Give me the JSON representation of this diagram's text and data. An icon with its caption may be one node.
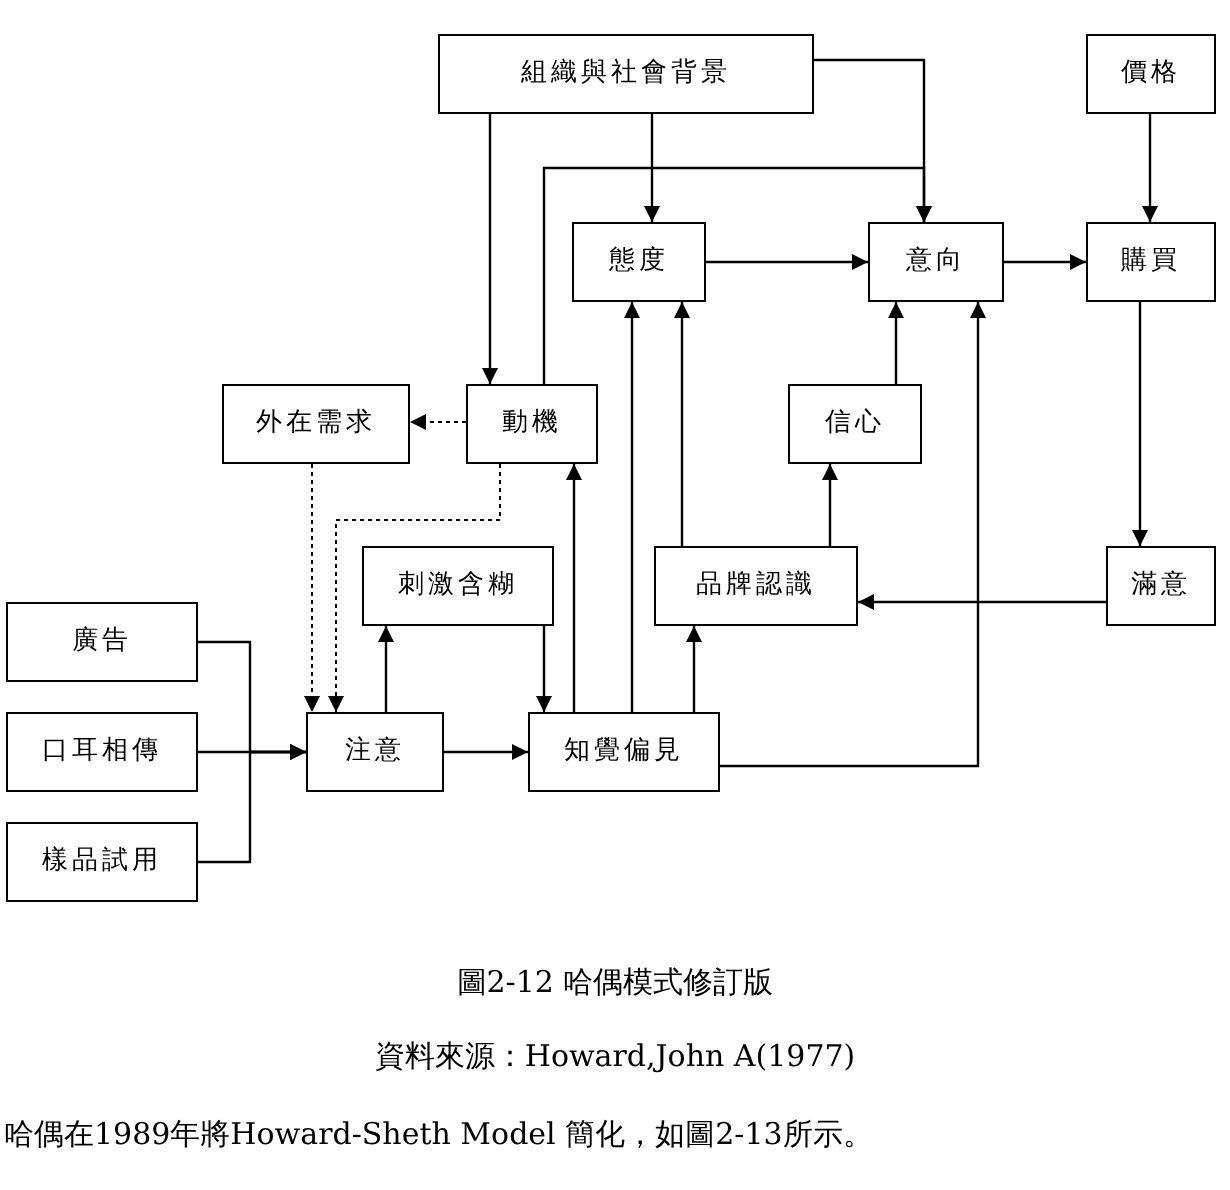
{
  "diagram": {
    "caption": "圖2-12 哈偶模式修訂版",
    "nodes": [
      {
        "text": [
          "組織與社會背景"
        ]
      },
      {
        "text": [
          "價格"
        ]
      },
      {
        "text": [
          "態度"
        ]
      },
      {
        "text": [
          "意向"
        ]
      },
      {
        "text": [
          "購買"
        ]
      },
      {
        "text": [
          "外在需求"
        ]
      },
      {
        "text": [
          "動機"
        ]
      },
      {
        "text": [
          "信心"
        ]
      },
      {
        "text": [
          "刺激含糊"
        ]
      },
      {
        "text": [
          "品牌認識"
        ]
      },
      {
        "text": [
          "滿意"
        ]
      },
      {
        "text": [
          "廣告"
        ]
      },
      {
        "text": [
          "口耳相傳"
        ]
      },
      {
        "text": [
          "樣品試用"
        ]
      },
      {
        "text": [
          "注意"
        ]
      },
      {
        "text": [
          "知覺偏見"
        ]
      }
    ],
    "edges": [
      {
        "from": 0,
        "to": 6,
        "arrow": "to"
      },
      {
        "from": 0,
        "to": 2,
        "arrow": "to"
      },
      {
        "from": 0,
        "to": 3,
        "arrow": "to"
      },
      {
        "from": 6,
        "to": 3,
        "arrow": "to"
      },
      {
        "from": 1,
        "to": 4,
        "arrow": "to"
      },
      {
        "from": 2,
        "to": 3,
        "arrow": "to"
      },
      {
        "from": 3,
        "to": 4,
        "arrow": "to"
      },
      {
        "from": 4,
        "to": 10,
        "arrow": "to"
      },
      {
        "from": 6,
        "to": 5,
        "arrow": "to",
        "style": "dashed"
      },
      {
        "from": 5,
        "to": 14,
        "arrow": "to",
        "style": "dashed"
      },
      {
        "from": 6,
        "to": 14,
        "arrow": "to",
        "style": "dashed"
      },
      {
        "from": 10,
        "to": 9,
        "arrow": "to"
      },
      {
        "from": 7,
        "to": 3,
        "arrow": "to"
      },
      {
        "from": 9,
        "to": 7,
        "arrow": "to"
      },
      {
        "from": 9,
        "to": 2,
        "arrow": "to"
      },
      {
        "from": 15,
        "to": 6,
        "arrow": "to"
      },
      {
        "from": 15,
        "to": 2,
        "arrow": "to"
      },
      {
        "from": 15,
        "to": 9,
        "arrow": "to"
      },
      {
        "from": 15,
        "to": 3,
        "arrow": "to"
      },
      {
        "from": 14,
        "to": 8,
        "arrow": "to"
      },
      {
        "from": 8,
        "to": 15,
        "arrow": "to"
      },
      {
        "from": 14,
        "to": 15,
        "arrow": "to"
      },
      {
        "from": 11,
        "to": 14,
        "arrow": "to"
      },
      {
        "from": 12,
        "to": 14,
        "arrow": "to"
      },
      {
        "from": 13,
        "to": 14,
        "arrow": "to"
      }
    ],
    "labels": [
      "資料來源：Howard,John A(1977)",
      "哈偶在1989年將Howard-Sheth Model 簡化，如圖2-13所示。"
    ]
  }
}
